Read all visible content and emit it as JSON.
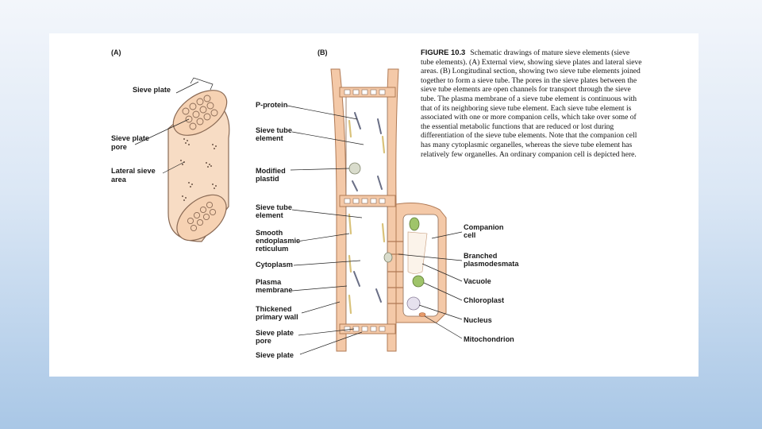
{
  "panels": {
    "a": "(A)",
    "b": "(B)"
  },
  "labels_a": {
    "sieve_plate": "Sieve plate",
    "sieve_plate_pore_1": "Sieve plate",
    "sieve_plate_pore_2": "pore",
    "lateral_sieve_1": "Lateral sieve",
    "lateral_sieve_2": "area"
  },
  "labels_b_left": {
    "p_protein": "P-protein",
    "sieve_tube_1a": "Sieve tube",
    "sieve_tube_1b": "element",
    "modified_plastid_1": "Modified",
    "modified_plastid_2": "plastid",
    "sieve_tube_2a": "Sieve tube",
    "sieve_tube_2b": "element",
    "smooth_er_1": "Smooth",
    "smooth_er_2": "endoplasmic",
    "smooth_er_3": "reticulum",
    "cytoplasm": "Cytoplasm",
    "plasma_membrane_1": "Plasma",
    "plasma_membrane_2": "membrane",
    "thickened_wall_1": "Thickened",
    "thickened_wall_2": "primary wall",
    "sieve_plate_pore_1": "Sieve plate",
    "sieve_plate_pore_2": "pore",
    "sieve_plate": "Sieve plate"
  },
  "labels_b_right": {
    "companion_cell_1": "Companion",
    "companion_cell_2": "cell",
    "branched_1": "Branched",
    "branched_2": "plasmodesmata",
    "vacuole": "Vacuole",
    "chloroplast": "Chloroplast",
    "nucleus": "Nucleus",
    "mitochondrion": "Mitochondrion"
  },
  "caption": {
    "figure_number": "FIGURE 10.3",
    "text": "Schematic drawings of mature sieve elements (sieve tube elements). (A) External view, showing sieve plates and lateral sieve areas. (B) Longitudinal section, showing two sieve tube elements joined together to form a sieve tube. The pores in the sieve plates between the sieve tube elements are open channels for transport through the sieve tube. The plasma membrane of a sieve tube element is continuous with that of its neighboring sieve tube element. Each sieve tube element is associated with one or more companion cells, which take over some of the essential metabolic functions that are reduced or lost during differentiation of the sieve tube elements. Note that the companion cell has many cytoplasmic organelles, whereas the sieve tube element has relatively few organelles. An ordinary companion cell is depicted here."
  },
  "colors": {
    "wall": "#f4c9a8",
    "wall_stroke": "#b07a55",
    "cytoplasm": "#ffffff",
    "chloroplast": "#9fc46a",
    "plastid": "#d9dccc",
    "nucleus": "#e6e1ee",
    "p_protein": "#6a6f86",
    "er": "#d9c27a",
    "background_top": "#f3f6fb",
    "background_bottom": "#a9c7e6"
  }
}
